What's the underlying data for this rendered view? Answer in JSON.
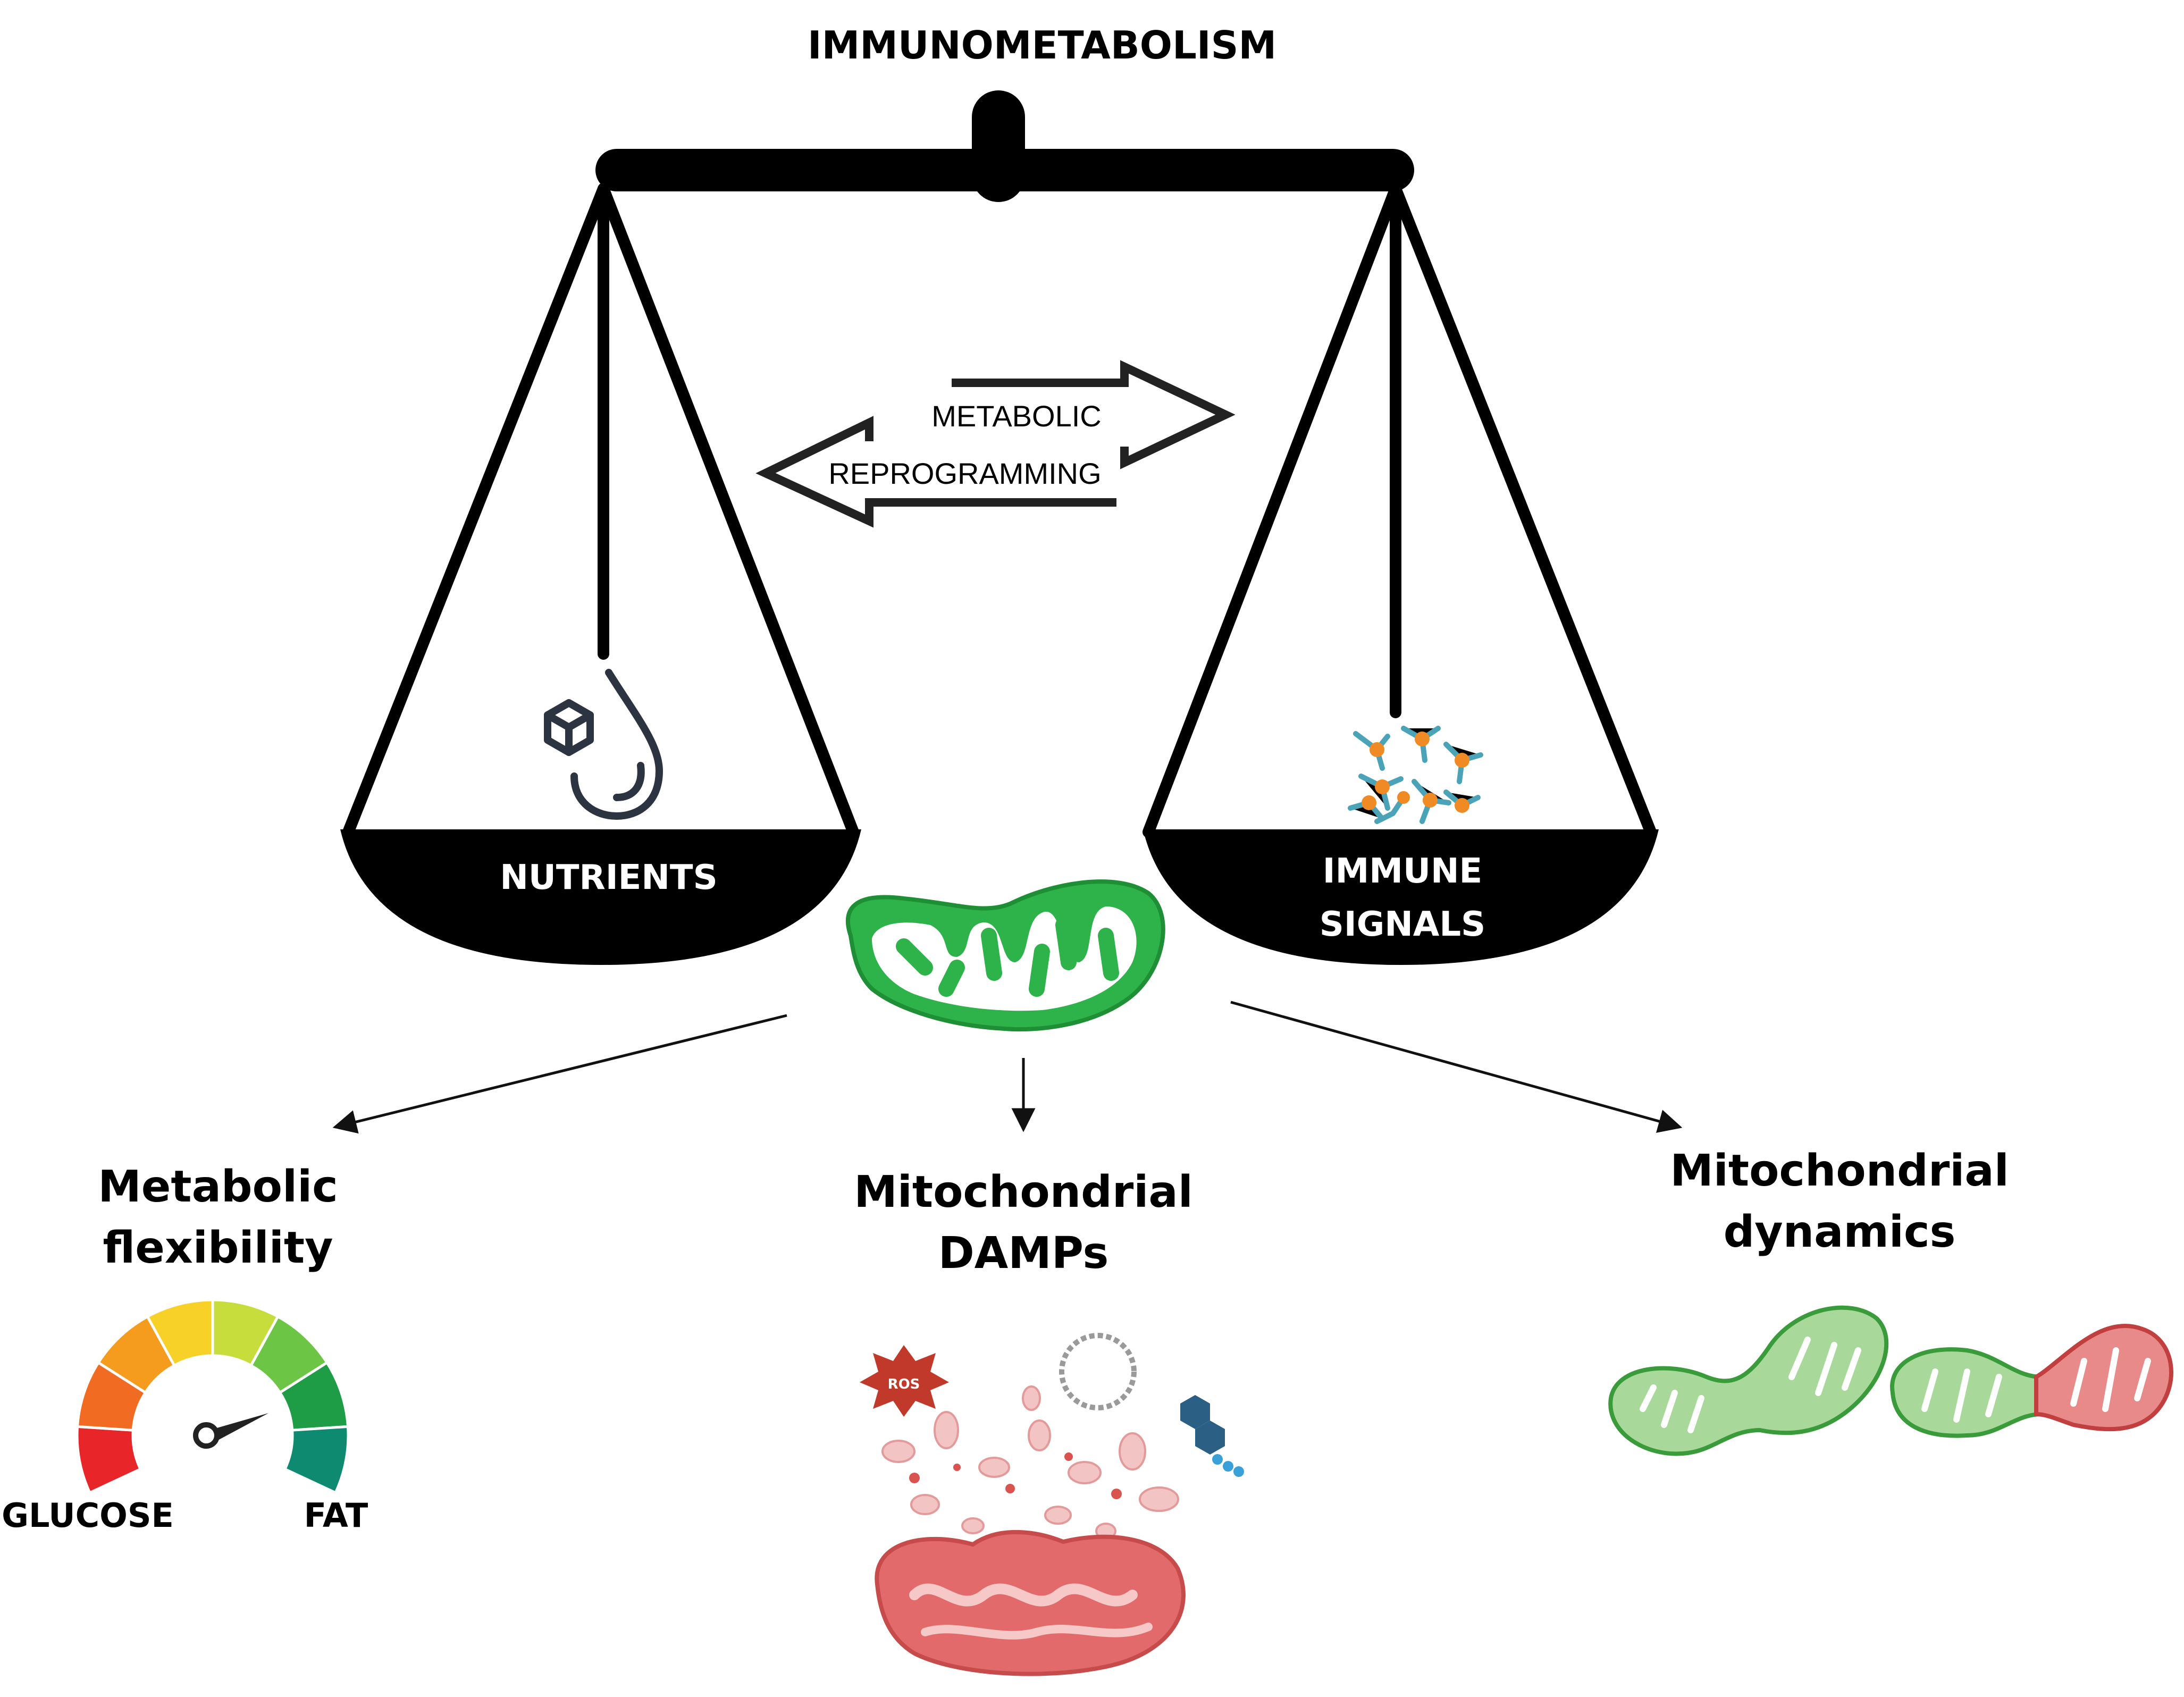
{
  "title": "IMMUNOMETABOLISM",
  "arrow_label": {
    "line1": "METABOLIC",
    "line2": "REPROGRAMMING"
  },
  "left_pan": {
    "label": "NUTRIENTS",
    "icon": "nutrient-drop-icon"
  },
  "right_pan": {
    "line1": "IMMUNE",
    "line2": "SIGNALS",
    "icon": "immune-molecules-icon"
  },
  "branches": [
    {
      "line1": "Metabolic",
      "line2": "flexibility"
    },
    {
      "line1": "Mitochondrial",
      "line2": "DAMPs"
    },
    {
      "line1": "Mitochondrial",
      "line2": "dynamics"
    }
  ],
  "gauge": {
    "left_label": "GLUCOSE",
    "right_label": "FAT"
  },
  "damps": {
    "ros_label": "ROS"
  },
  "colors": {
    "mito_green": "#2db34a",
    "mito_red": "#d9534f",
    "gauge": [
      "#e8262a",
      "#f26b22",
      "#f59c1f",
      "#f7d028",
      "#c6dd3c",
      "#6cc544",
      "#1f9d46",
      "#0e8a70"
    ]
  }
}
